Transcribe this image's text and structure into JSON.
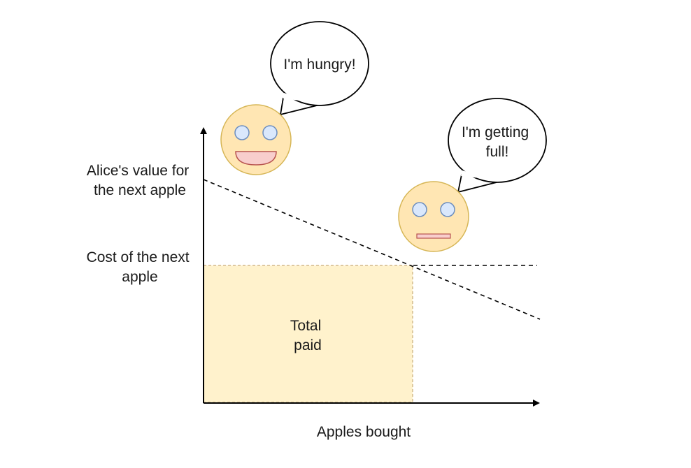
{
  "y_axis": {
    "value_label": [
      "Alice's value for",
      "the next apple"
    ],
    "cost_label": [
      "Cost of the next",
      "apple"
    ]
  },
  "x_axis": {
    "label": "Apples bought"
  },
  "region": {
    "label": [
      "Total",
      "paid"
    ]
  },
  "bubbles": {
    "hungry": [
      "I'm hungry!"
    ],
    "full": [
      "I'm getting",
      "full!"
    ]
  },
  "faces": {
    "happy": "smiling-face-icon",
    "neutral": "neutral-face-icon"
  },
  "colors": {
    "face_fill": "#ffe6b3",
    "face_stroke": "#d6b656",
    "eye_fill": "#dae8fc",
    "eye_stroke": "#6c8ebf",
    "mouth_fill": "#f8cecc",
    "mouth_stroke": "#b85450",
    "region_fill": "#fff2cc",
    "region_stroke": "#c9ad7a"
  }
}
